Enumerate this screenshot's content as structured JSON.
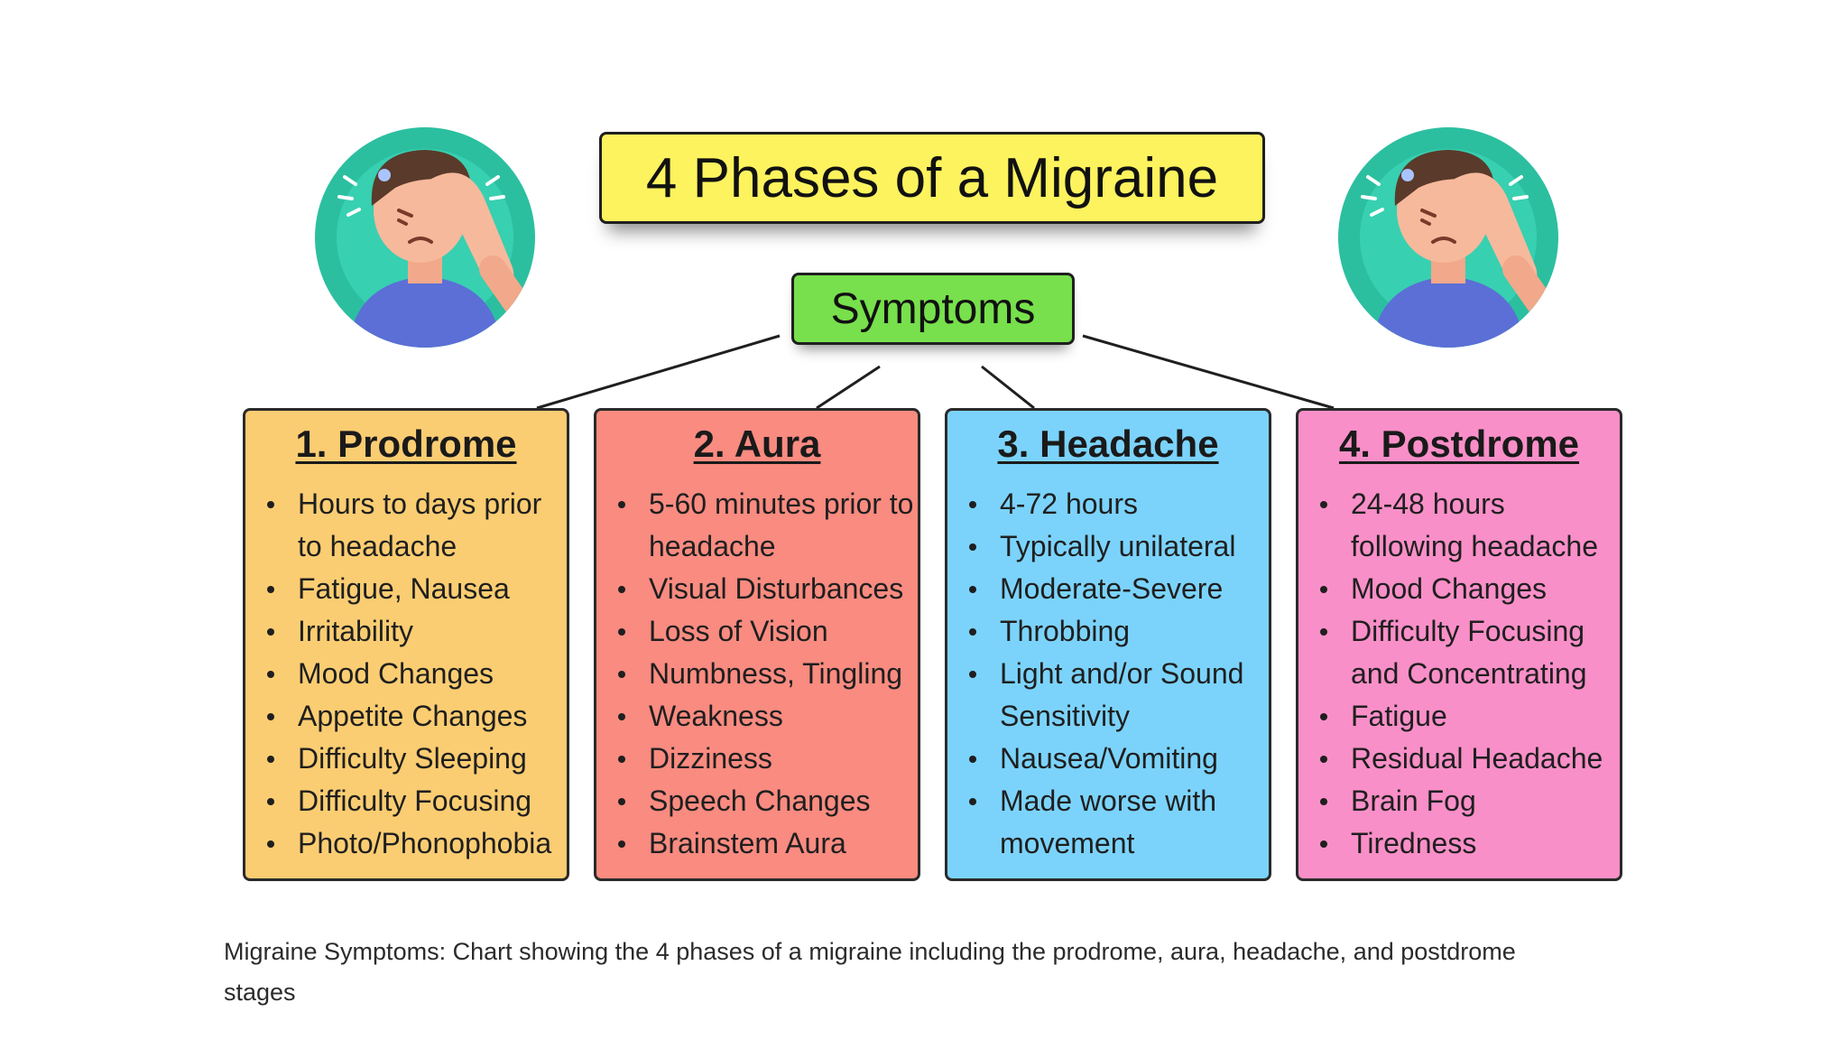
{
  "title": "4 Phases of a Migraine",
  "center_label": "Symptoms",
  "phases": [
    {
      "heading": "1. Prodrome",
      "color": "#fbcd72",
      "items": [
        "Hours to days prior to headache",
        "Fatigue, Nausea",
        "Irritability",
        "Mood Changes",
        "Appetite Changes",
        "Difficulty Sleeping",
        "Difficulty Focusing",
        "Photo/Phonophobia"
      ]
    },
    {
      "heading": "2. Aura",
      "color": "#f98b80",
      "items": [
        "5-60 minutes prior to headache",
        "Visual Disturbances",
        "Loss of Vision",
        "Numbness, Tingling",
        "Weakness",
        "Dizziness",
        "Speech Changes",
        "Brainstem Aura"
      ]
    },
    {
      "heading": "3. Headache",
      "color": "#7bd3fb",
      "items": [
        "4-72 hours",
        "Typically unilateral",
        "Moderate-Severe",
        "Throbbing",
        "Light and/or Sound Sensitivity",
        "Nausea/Vomiting",
        "Made worse with movement"
      ]
    },
    {
      "heading": "4. Postdrome",
      "color": "#f98fc8",
      "items": [
        "24-48 hours following headache",
        "Mood Changes",
        "Difficulty Focusing and Concentrating",
        "Fatigue",
        "Residual Headache",
        "Brain Fog",
        "Tiredness"
      ]
    }
  ],
  "caption": "Migraine Symptoms: Chart showing the 4 phases of a migraine including the prodrome, aura, headache, and postdrome stages",
  "icons": {
    "avatar": "person-with-headache-icon"
  },
  "colors": {
    "title_bg": "#fdf35e",
    "symptoms_bg": "#77e04c",
    "avatar_circle": "#2bbfa0"
  }
}
